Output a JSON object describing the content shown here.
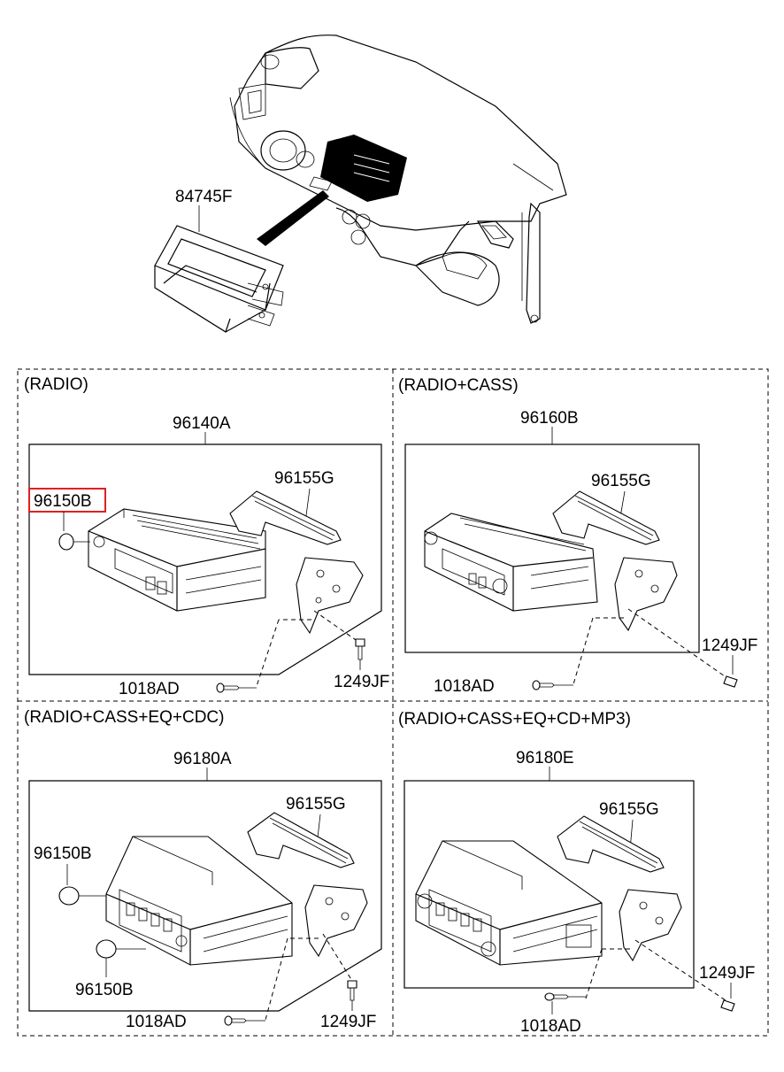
{
  "top": {
    "part_label": "84745F"
  },
  "sections": [
    {
      "title": "(RADIO)",
      "unit": "96140A",
      "bracket": "96155G",
      "knob": "96150B",
      "screw": "1018AD",
      "bolt": "1249JF"
    },
    {
      "title": "(RADIO+CASS)",
      "unit": "96160B",
      "bracket": "96155G",
      "screw": "1018AD",
      "bolt": "1249JF"
    },
    {
      "title": "(RADIO+CASS+EQ+CDC)",
      "unit": "96180A",
      "bracket": "96155G",
      "knob_top": "96150B",
      "knob_bottom": "96150B",
      "screw": "1018AD",
      "bolt": "1249JF"
    },
    {
      "title": "(RADIO+CASS+EQ+CD+MP3)",
      "unit": "96180E",
      "bracket": "96155G",
      "screw": "1018AD",
      "bolt": "1249JF"
    }
  ],
  "highlight": {
    "color": "#e02020",
    "target": "96150B"
  }
}
